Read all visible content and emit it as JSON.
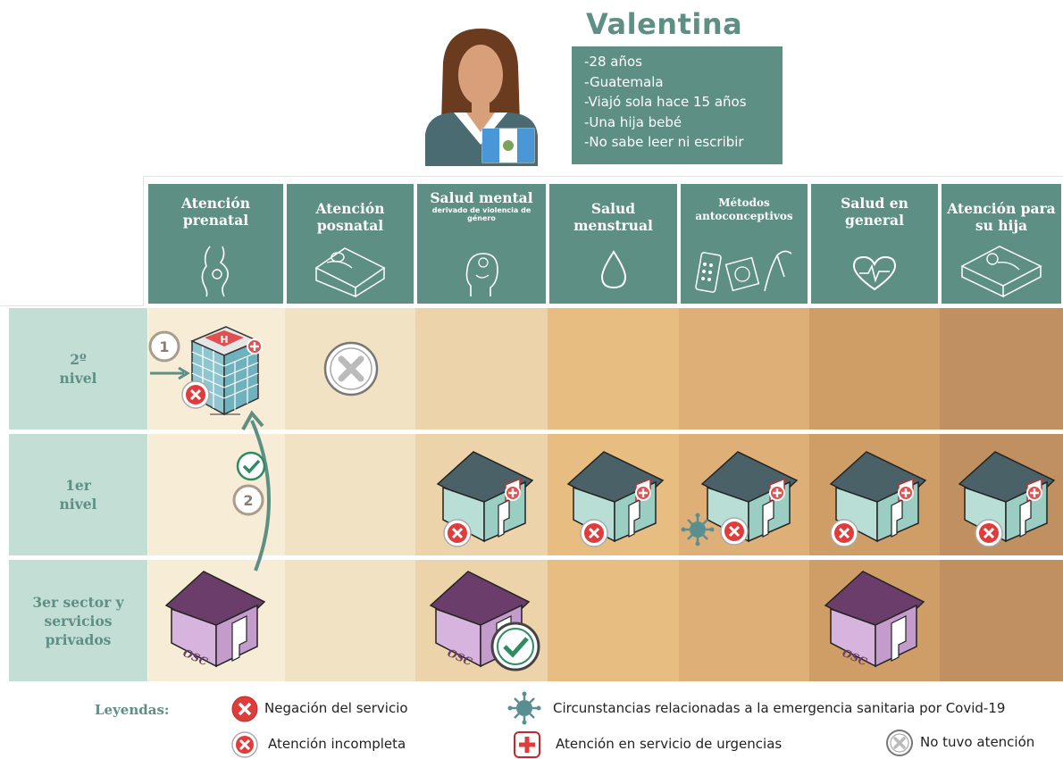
{
  "persona": {
    "name": "Valentina",
    "details": [
      "-28 años",
      "-Guatemala",
      "-Viajó sola hace 15 años",
      "-Una hija bebé",
      "-No sabe leer ni escribir"
    ]
  },
  "columns": [
    {
      "title": "Atención prenatal",
      "icon": "pregnant-icon"
    },
    {
      "title": "Atención posnatal",
      "icon": "bed-icon"
    },
    {
      "title": "Salud mental",
      "subtitle": "derivado de violencia de género",
      "icon": "head-icon"
    },
    {
      "title": "Salud menstrual",
      "icon": "drop-icon"
    },
    {
      "title": "Métodos antoconceptivos",
      "icon": "contraceptives-icon"
    },
    {
      "title": "Salud en general",
      "icon": "heart-icon"
    },
    {
      "title": "Atención para su hija",
      "icon": "baby-bed-icon"
    }
  ],
  "rows": [
    {
      "label_lines": [
        "2º",
        "nivel"
      ]
    },
    {
      "label_lines": [
        "1er",
        "nivel"
      ]
    },
    {
      "label_lines": [
        "3er sector y",
        "servicios",
        "privados"
      ]
    }
  ],
  "building_labels": {
    "osc": "OSC",
    "hospital": "H"
  },
  "steps": [
    "1",
    "2"
  ],
  "legend": {
    "title": "Leyendas:",
    "items": {
      "denied": "Negación del servicio",
      "incomplete": "Atención incompleta",
      "covid": "Circunstancias relacionadas a la emergencia sanitaria por Covid-19",
      "emergency": "Atención en servicio de urgencias",
      "none": "No tuvo atención"
    }
  },
  "colors": {
    "teal": "#5e8f85",
    "row_label": "#c3dfd5",
    "col_bg": [
      "#f7ecd6",
      "#f2e2c4",
      "#ecd3aa",
      "#e7bd82",
      "#deb078",
      "#cf9e66",
      "#c09061"
    ],
    "deny": "#d94040",
    "ok": "#2e8b63"
  }
}
